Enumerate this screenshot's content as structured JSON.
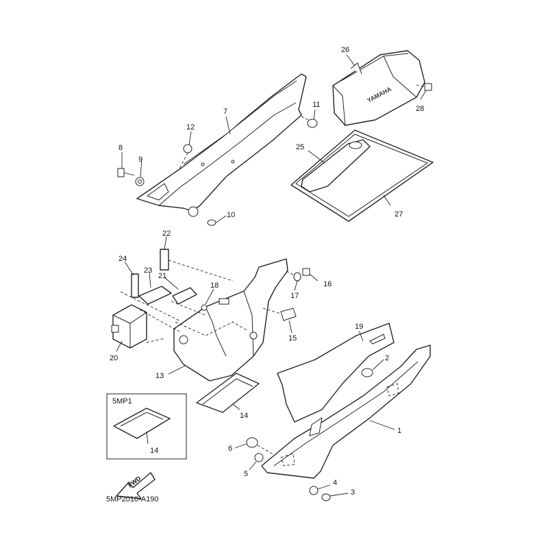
{
  "diagram": {
    "drawing_code": "5MP2010-A190",
    "variant_box_label": "5MP1",
    "direction_label": "FWD",
    "brand_mark": "YAMAHA",
    "callouts": [
      {
        "id": "c1",
        "label": "1"
      },
      {
        "id": "c2",
        "label": "2"
      },
      {
        "id": "c3",
        "label": "3"
      },
      {
        "id": "c4",
        "label": "4"
      },
      {
        "id": "c5",
        "label": "5"
      },
      {
        "id": "c6",
        "label": "6"
      },
      {
        "id": "c7",
        "label": "7"
      },
      {
        "id": "c8",
        "label": "8"
      },
      {
        "id": "c9",
        "label": "9"
      },
      {
        "id": "c10",
        "label": "10"
      },
      {
        "id": "c11",
        "label": "11"
      },
      {
        "id": "c12",
        "label": "12"
      },
      {
        "id": "c13",
        "label": "13"
      },
      {
        "id": "c14a",
        "label": "14"
      },
      {
        "id": "c14b",
        "label": "14"
      },
      {
        "id": "c15",
        "label": "15"
      },
      {
        "id": "c16",
        "label": "16"
      },
      {
        "id": "c17",
        "label": "17"
      },
      {
        "id": "c18",
        "label": "18"
      },
      {
        "id": "c19",
        "label": "19"
      },
      {
        "id": "c20",
        "label": "20"
      },
      {
        "id": "c21",
        "label": "21"
      },
      {
        "id": "c22",
        "label": "22"
      },
      {
        "id": "c23",
        "label": "23"
      },
      {
        "id": "c24",
        "label": "24"
      },
      {
        "id": "c25",
        "label": "25"
      },
      {
        "id": "c26",
        "label": "26"
      },
      {
        "id": "c27",
        "label": "27"
      },
      {
        "id": "c28",
        "label": "28"
      }
    ]
  }
}
